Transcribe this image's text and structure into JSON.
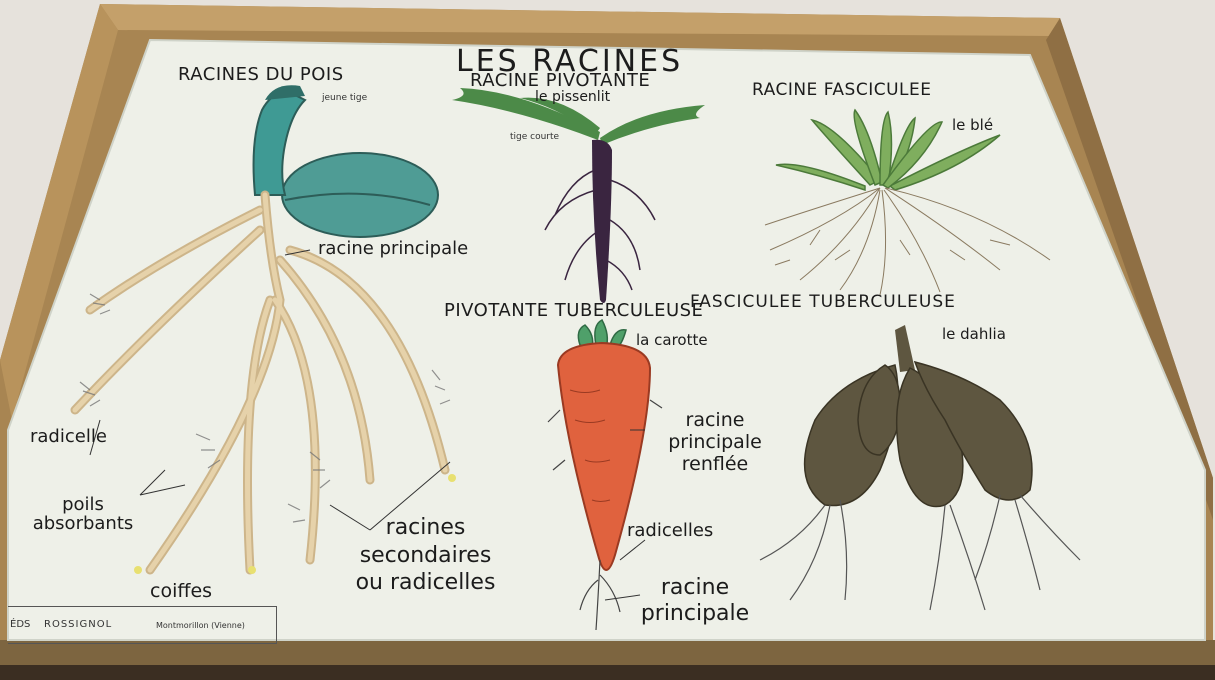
{
  "poster": {
    "title": "LES RACINES",
    "pea": {
      "heading": "RACINES DU POIS",
      "jeune_tige": "jeune tige",
      "racine_principale": "racine principale",
      "radicelle": "radicelle",
      "poils_1": "poils",
      "poils_2": "absorbants",
      "coiffes": "coiffes",
      "secondaires_1": "racines",
      "secondaires_2": "secondaires",
      "secondaires_3": "ou radicelles"
    },
    "dandelion": {
      "heading": "RACINE PIVOTANTE",
      "name": "le pissenlit",
      "tige_courte": "tige courte"
    },
    "wheat": {
      "heading": "RACINE FASCICULEE",
      "name": "le blé"
    },
    "carrot": {
      "heading": "PIVOTANTE TUBERCULEUSE",
      "name": "la carotte",
      "renflee_1": "racine",
      "renflee_2": "principale",
      "renflee_3": "renflée",
      "radicelles": "radicelles",
      "principale_1": "racine",
      "principale_2": "principale"
    },
    "dahlia": {
      "heading": "FASCICULEE TUBERCULEUSE",
      "name": "le dahlia"
    },
    "publisher": {
      "prefix": "ÉDS",
      "name": "ROSSIGNOL",
      "city": "Montmorillon (Vienne)"
    }
  },
  "colors": {
    "frame_wood": "#a88552",
    "paper": "#eef0e8",
    "pea_seed": "#4f9c95",
    "root_beige": "#dcc49a",
    "carrot": "#e0623e",
    "leaf_green": "#4c8a48",
    "dandelion_root": "#3a2540",
    "tuber": "#5e5640"
  }
}
